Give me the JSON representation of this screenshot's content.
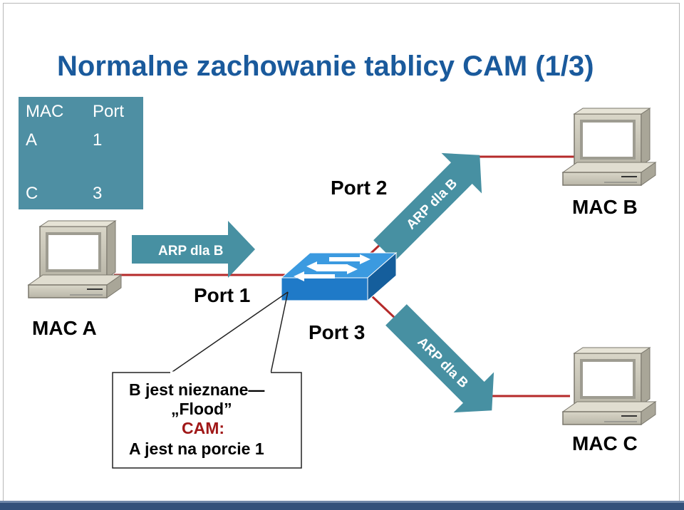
{
  "title": "Normalne zachowanie tablicy CAM (1/3)",
  "cam_table": {
    "headers": [
      "MAC",
      "Port"
    ],
    "rows": [
      [
        "A",
        "1"
      ],
      [
        "C",
        "3"
      ]
    ]
  },
  "hosts": {
    "a": "MAC A",
    "b": "MAC B",
    "c": "MAC C"
  },
  "ports": {
    "p1": "Port 1",
    "p2": "Port 2",
    "p3": "Port 3"
  },
  "arrows": {
    "a_to_switch": "ARP dla B",
    "to_b": "ARP dla B",
    "to_c": "ARP dla B"
  },
  "note": {
    "line1": "B jest nieznane—",
    "line2": "„Flood”",
    "line3": "CAM:",
    "line4": "A jest na porcie 1"
  },
  "colors": {
    "title": "#1a5a9c",
    "cam_bg": "#4e8fa3",
    "arrow": "#4790a2",
    "link": "#b52a2a",
    "switch": "#1f7ac8"
  }
}
